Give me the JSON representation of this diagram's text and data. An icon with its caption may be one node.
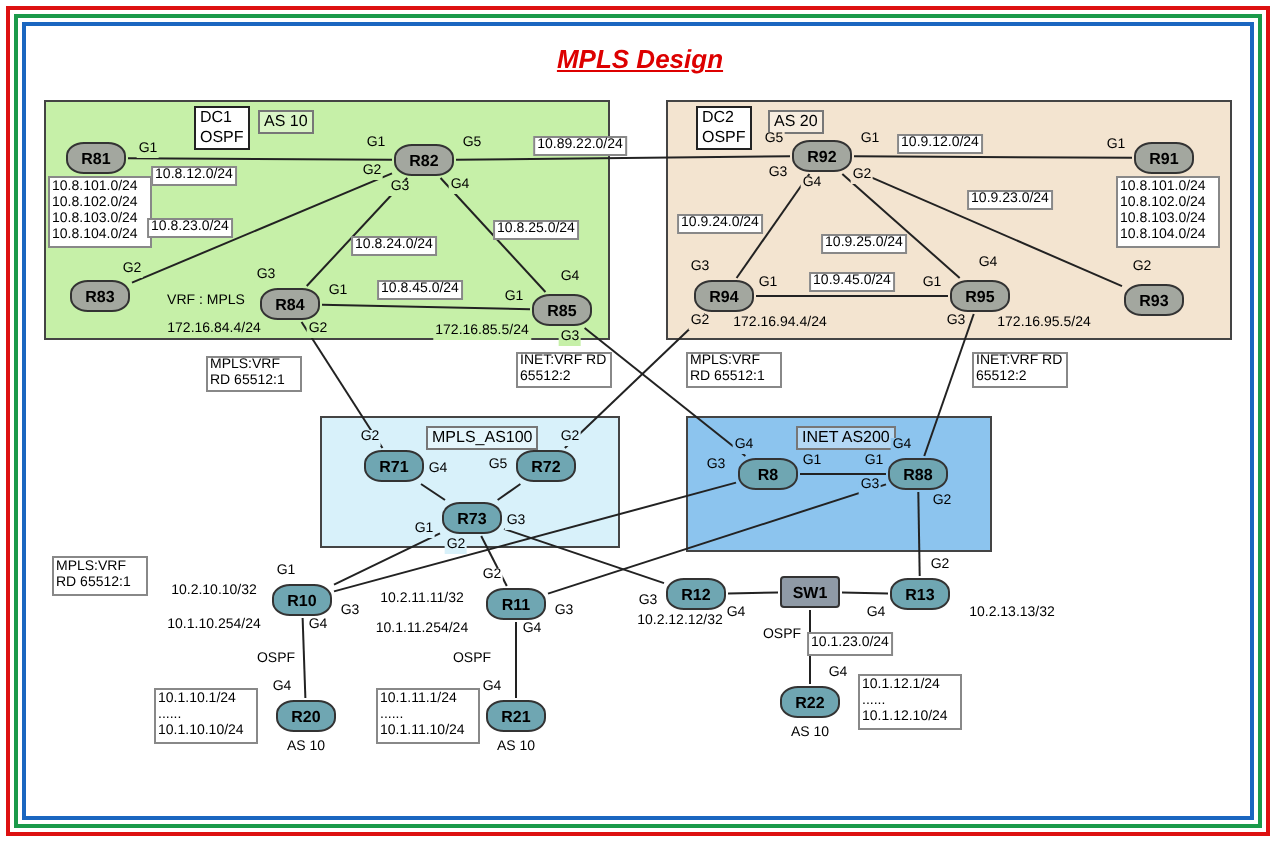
{
  "diagram": {
    "title": "MPLS Design",
    "nodes": [
      {
        "text": [
          "DC1 OSPF",
          "AS 10"
        ]
      },
      {
        "text": [
          "R81"
        ],
        "in": 0,
        "beside": [
          "G1",
          "10.8.101.0/24 10.8.102.0/24 10.8.103.0/24 10.8.104.0/24"
        ]
      },
      {
        "text": [
          "R82"
        ],
        "in": 0,
        "beside": [
          "G1",
          "G5",
          "G2",
          "G3",
          "G4"
        ]
      },
      {
        "text": [
          "R83"
        ],
        "in": 0,
        "beside": [
          "G2"
        ]
      },
      {
        "text": [
          "R84"
        ],
        "in": 0,
        "beside": [
          "G3",
          "G1",
          "VRF : MPLS",
          "G2",
          "172.16.84.4/24"
        ]
      },
      {
        "text": [
          "R85"
        ],
        "in": 0,
        "beside": [
          "G4",
          "G1",
          "172.16.85.5/24",
          "G3"
        ]
      },
      {
        "text": [
          "DC2 OSPF",
          "AS 20"
        ]
      },
      {
        "text": [
          "R92"
        ],
        "in": 6,
        "beside": [
          "G5",
          "G1",
          "G3",
          "G4",
          "G2"
        ]
      },
      {
        "text": [
          "R91"
        ],
        "in": 6,
        "beside": [
          "G1",
          "10.8.101.0/24 10.8.102.0/24 10.8.103.0/24 10.8.104.0/24"
        ]
      },
      {
        "text": [
          "R94"
        ],
        "in": 6,
        "beside": [
          "G3",
          "G1",
          "G2",
          "172.16.94.4/24"
        ]
      },
      {
        "text": [
          "R95"
        ],
        "in": 6,
        "beside": [
          "G4",
          "G1",
          "G3",
          "172.16.95.5/24"
        ]
      },
      {
        "text": [
          "R93"
        ],
        "in": 6,
        "beside": [
          "G2"
        ]
      },
      {
        "text": [
          "MPLS_AS100"
        ]
      },
      {
        "text": [
          "R71"
        ],
        "in": 12,
        "beside": [
          "G2",
          "G4"
        ]
      },
      {
        "text": [
          "R72"
        ],
        "in": 12,
        "beside": [
          "G2",
          "G5"
        ]
      },
      {
        "text": [
          "R73"
        ],
        "in": 12,
        "beside": [
          "G1",
          "G2",
          "G3"
        ]
      },
      {
        "text": [
          "INET AS200"
        ]
      },
      {
        "text": [
          "R8"
        ],
        "in": 16,
        "beside": [
          "G4",
          "G1",
          "G3"
        ]
      },
      {
        "text": [
          "R88"
        ],
        "in": 16,
        "beside": [
          "G4",
          "G1",
          "G3",
          "G2"
        ]
      },
      {
        "text": [
          "R10"
        ],
        "beside": [
          "G1",
          "10.2.10.10/32",
          "G3",
          "10.1.10.254/24",
          "G4"
        ]
      },
      {
        "text": [
          "R11"
        ],
        "beside": [
          "G2",
          "10.2.11.11/32",
          "G3",
          "10.1.11.254/24",
          "G4"
        ]
      },
      {
        "text": [
          "R12"
        ],
        "beside": [
          "G3",
          "10.2.12.12/32",
          "G4"
        ]
      },
      {
        "text": [
          "SW1"
        ]
      },
      {
        "text": [
          "R13"
        ],
        "beside": [
          "G2",
          "G4",
          "10.2.13.13/32"
        ]
      },
      {
        "text": [
          "R20"
        ],
        "beside": [
          "G4",
          "10.1.10.1/24 ...... 10.1.10.10/24",
          "AS 10"
        ]
      },
      {
        "text": [
          "R21"
        ],
        "beside": [
          "G4",
          "10.1.11.1/24 ...... 10.1.11.10/24",
          "AS 10"
        ]
      },
      {
        "text": [
          "R22"
        ],
        "beside": [
          "G4",
          "10.1.12.1/24 ...... 10.1.12.10/24",
          "AS 10"
        ]
      }
    ],
    "edges": [
      {
        "from": 1,
        "to": 2,
        "arrow": "none",
        "label": "10.8.12.0/24"
      },
      {
        "from": 2,
        "to": 3,
        "arrow": "none",
        "label": "10.8.23.0/24"
      },
      {
        "from": 2,
        "to": 4,
        "arrow": "none",
        "label": "10.8.24.0/24"
      },
      {
        "from": 2,
        "to": 5,
        "arrow": "none",
        "label": "10.8.25.0/24"
      },
      {
        "from": 4,
        "to": 5,
        "arrow": "none",
        "label": "10.8.45.0/24"
      },
      {
        "from": 2,
        "to": 7,
        "arrow": "none",
        "label": "10.89.22.0/24"
      },
      {
        "from": 7,
        "to": 8,
        "arrow": "none",
        "label": "10.9.12.0/24"
      },
      {
        "from": 7,
        "to": 11,
        "arrow": "none",
        "label": "10.9.23.0/24"
      },
      {
        "from": 7,
        "to": 9,
        "arrow": "none",
        "label": "10.9.24.0/24"
      },
      {
        "from": 7,
        "to": 10,
        "arrow": "none",
        "label": "10.9.25.0/24"
      },
      {
        "from": 9,
        "to": 10,
        "arrow": "none",
        "label": "10.9.45.0/24"
      },
      {
        "from": 4,
        "to": 13,
        "arrow": "none",
        "label": "MPLS:VRF RD 65512:1"
      },
      {
        "from": 5,
        "to": 17,
        "arrow": "none",
        "label": "INET:VRF RD 65512:2"
      },
      {
        "from": 9,
        "to": 14,
        "arrow": "none",
        "label": "MPLS:VRF RD 65512:1"
      },
      {
        "from": 10,
        "to": 18,
        "arrow": "none",
        "label": "INET:VRF RD 65512:2"
      },
      {
        "from": 13,
        "to": 15,
        "arrow": "none"
      },
      {
        "from": 14,
        "to": 15,
        "arrow": "none"
      },
      {
        "from": 15,
        "to": 19,
        "arrow": "none"
      },
      {
        "from": 15,
        "to": 20,
        "arrow": "none"
      },
      {
        "from": 15,
        "to": 21,
        "arrow": "none"
      },
      {
        "from": 19,
        "to": 17,
        "arrow": "none"
      },
      {
        "from": 20,
        "to": 18,
        "arrow": "none"
      },
      {
        "from": 17,
        "to": 18,
        "arrow": "none"
      },
      {
        "from": 18,
        "to": 23,
        "arrow": "none"
      },
      {
        "from": 21,
        "to": 22,
        "arrow": "none"
      },
      {
        "from": 22,
        "to": 23,
        "arrow": "none"
      },
      {
        "from": 22,
        "to": 26,
        "arrow": "none",
        "label": "OSPF"
      },
      {
        "from": 19,
        "to": 24,
        "arrow": "none",
        "label": "OSPF"
      },
      {
        "from": 20,
        "to": 25,
        "arrow": "none",
        "label": "OSPF"
      }
    ],
    "labels": [
      "MPLS:VRF RD 65512:1",
      "10.1.23.0/24"
    ]
  }
}
